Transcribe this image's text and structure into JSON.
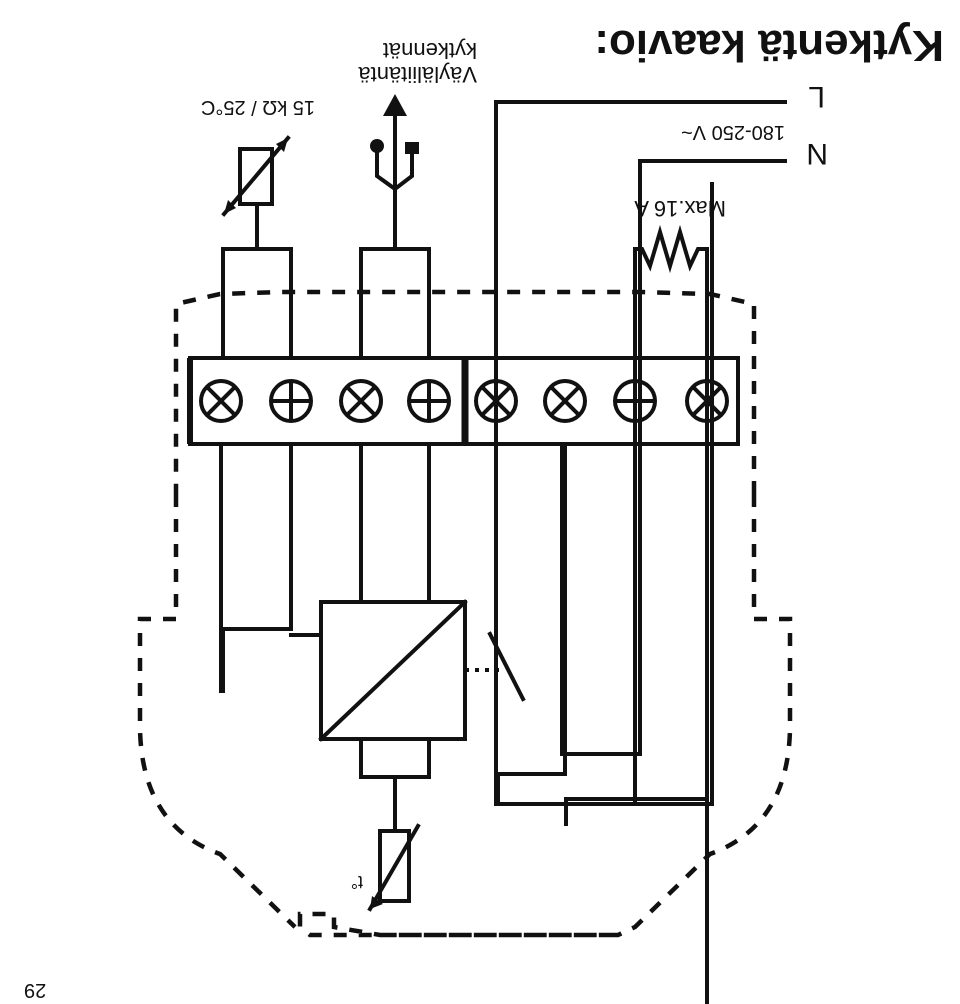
{
  "page": {
    "number": "29",
    "title": "Kytkentä kaavio:"
  },
  "labels": {
    "sensor_spec": "15 kΩ / 25°C",
    "bus_line1": "Väyläliitäntä",
    "bus_line2": "kytkennät",
    "voltage": "180-250 V~",
    "live": "L",
    "neutral": "N",
    "load": "Max.16 A",
    "temp_symbol": "t°"
  },
  "icons": [
    "usb-icon",
    "thermistor-icon",
    "resistor-icon",
    "screw-terminal-icon"
  ],
  "terminals": {
    "count": 8,
    "screw_types": [
      "x",
      "plus",
      "x",
      "x",
      "plus",
      "x",
      "plus",
      "x"
    ]
  },
  "colors": {
    "ink": "#111111",
    "background": "#ffffff"
  }
}
